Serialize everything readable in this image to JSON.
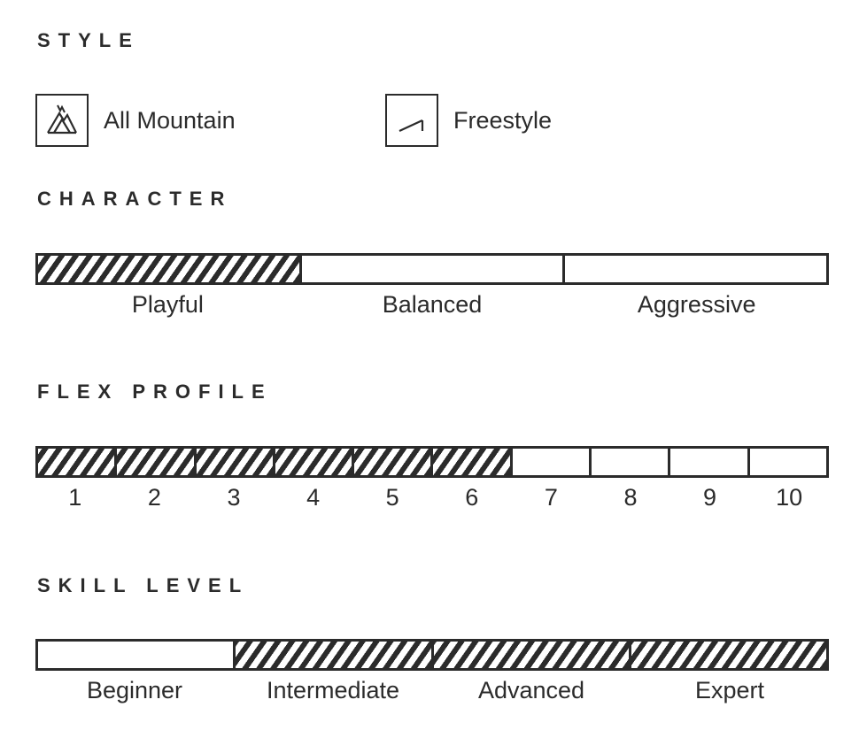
{
  "style": {
    "heading": "STYLE",
    "items": [
      {
        "label": "All Mountain",
        "icon": "mountain-icon"
      },
      {
        "label": "Freestyle",
        "icon": "ramp-icon"
      }
    ]
  },
  "character": {
    "heading": "CHARACTER",
    "labels": [
      "Playful",
      "Balanced",
      "Aggressive"
    ],
    "selected": [
      "Playful"
    ]
  },
  "flex_profile": {
    "heading": "FLEX PROFILE",
    "labels": [
      "1",
      "2",
      "3",
      "4",
      "5",
      "6",
      "7",
      "8",
      "9",
      "10"
    ],
    "filled_through": 6
  },
  "skill_level": {
    "heading": "SKILL LEVEL",
    "labels": [
      "Beginner",
      "Intermediate",
      "Advanced",
      "Expert"
    ],
    "selected": [
      "Intermediate",
      "Advanced",
      "Expert"
    ]
  },
  "colors": {
    "ink": "#2b2b2b",
    "background": "#ffffff"
  }
}
